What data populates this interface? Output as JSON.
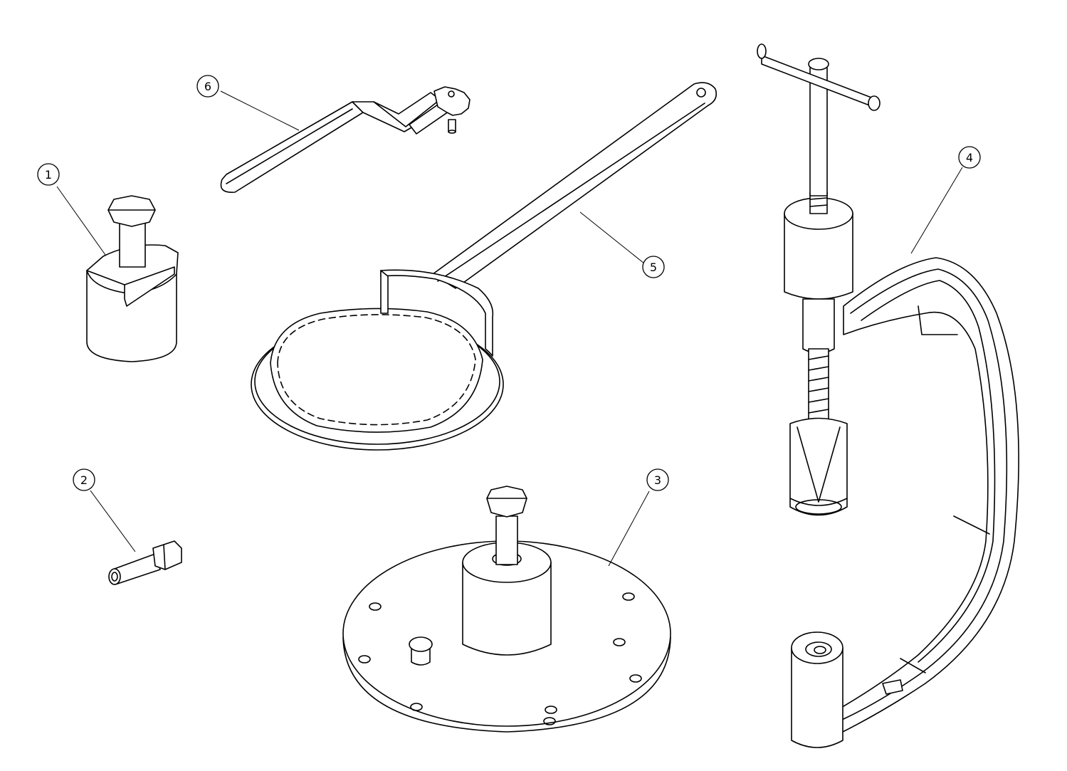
{
  "figure": {
    "callouts": [
      {
        "id": "1",
        "label": "1"
      },
      {
        "id": "2",
        "label": "2"
      },
      {
        "id": "3",
        "label": "3"
      },
      {
        "id": "4",
        "label": "4"
      },
      {
        "id": "5",
        "label": "5"
      },
      {
        "id": "6",
        "label": "6"
      }
    ],
    "line_color": "#000000",
    "background": "#ffffff"
  }
}
